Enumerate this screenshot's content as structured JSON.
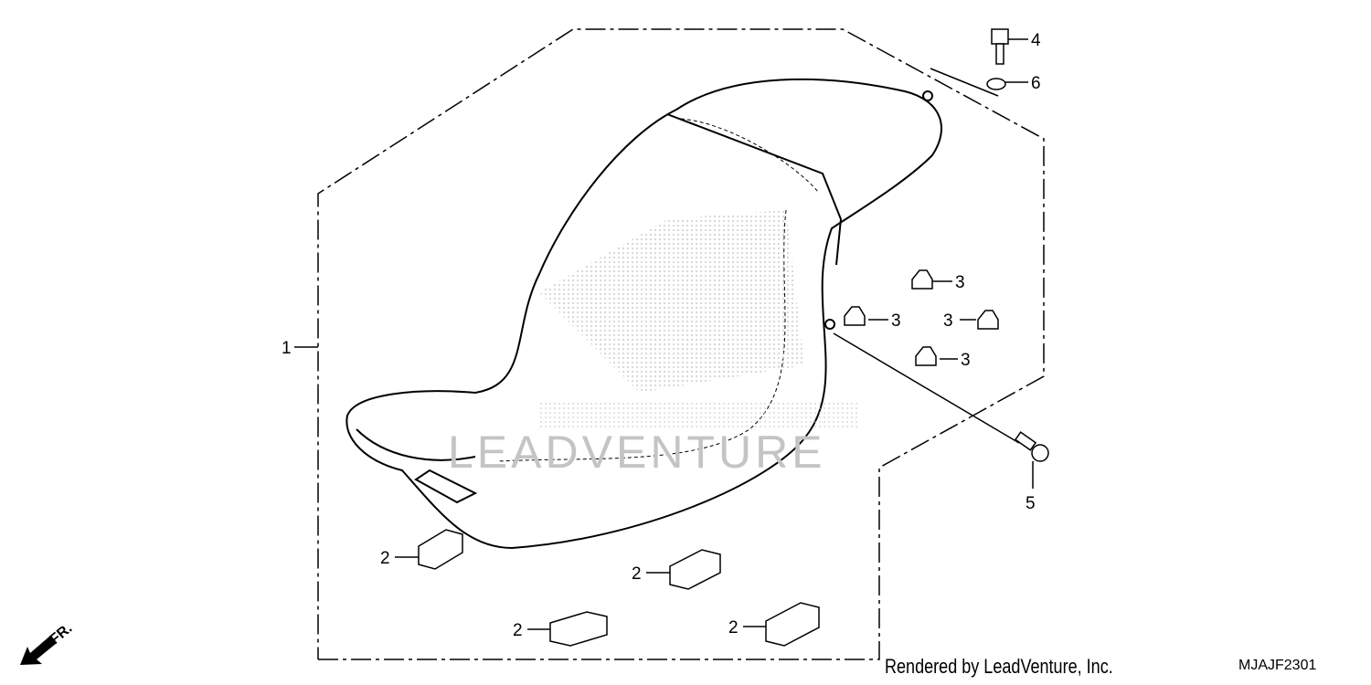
{
  "diagram": {
    "callouts": {
      "seat": "1",
      "seat_rubber": "2",
      "nut": "3",
      "bolt_top": "4",
      "screw": "5",
      "washer": "6"
    },
    "watermark": "LEADVENTURE",
    "direction_label": "FR.",
    "credit": "Rendered by LeadVenture, Inc.",
    "diagram_code": "MJAJF2301"
  }
}
